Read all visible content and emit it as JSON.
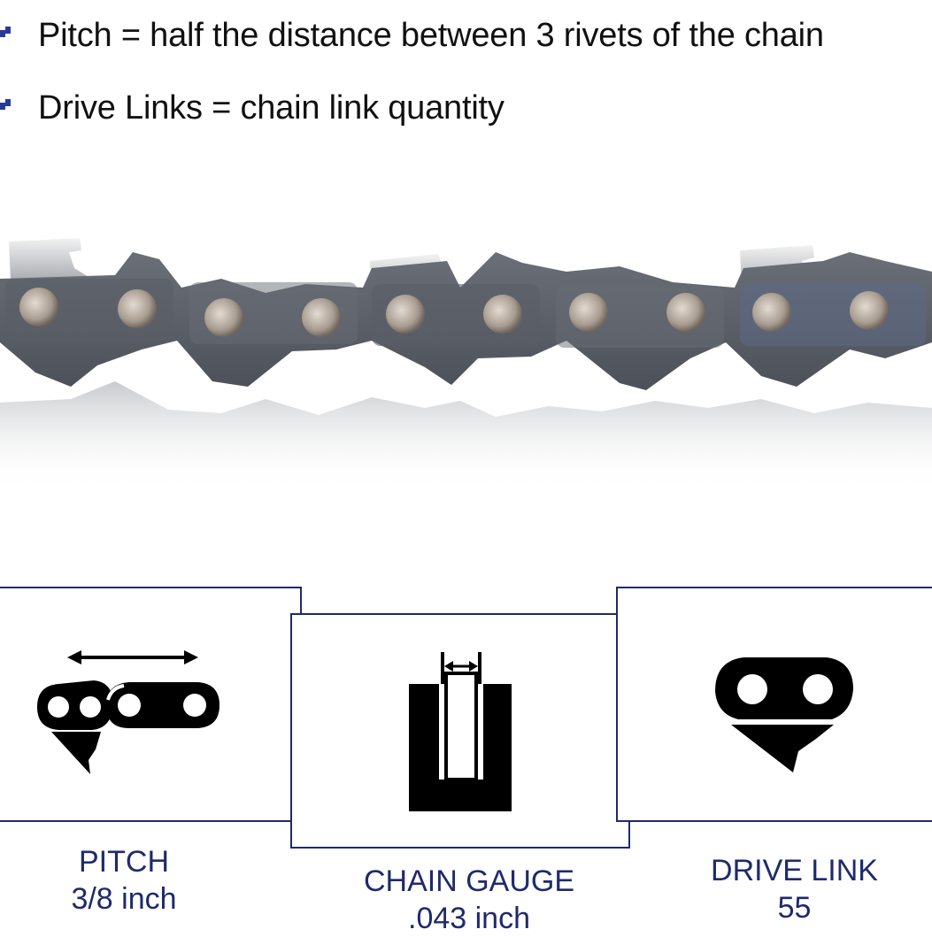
{
  "definitions": [
    {
      "text": "Pitch = half the distance between 3 rivets of the chain"
    },
    {
      "text": "Drive Links = chain link quantity"
    }
  ],
  "specs": [
    {
      "label": "PITCH",
      "value": "3/8 inch",
      "icon": "pitch-icon"
    },
    {
      "label": "CHAIN GAUGE",
      "value": ".043 inch",
      "icon": "gauge-icon"
    },
    {
      "label": "DRIVE LINK",
      "value": "55",
      "icon": "drive-link-icon"
    }
  ],
  "colors": {
    "accent": "#1f2a6b",
    "bullet": "#2a3a9a",
    "chain_steel": "#5d6169",
    "rivet": "#b8aea3"
  }
}
